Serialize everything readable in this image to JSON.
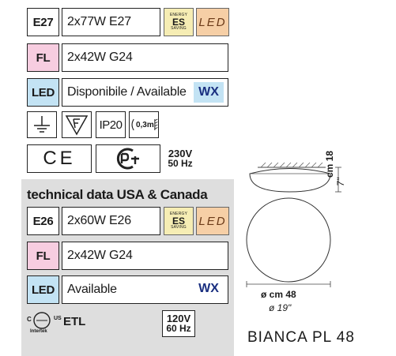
{
  "eu": {
    "rows": [
      {
        "code": "E27",
        "spec": "2x77W E27"
      },
      {
        "code": "FL",
        "spec": "2x42W G24"
      },
      {
        "code": "LED",
        "spec": "Disponibile / Available"
      }
    ],
    "es_badge": {
      "top": "ENERGY",
      "main": "ES",
      "bottom": "SAVING"
    },
    "led_badge": "LED",
    "wx": "WX",
    "ip": "IP20",
    "distance": "0,3m",
    "voltage": "230V",
    "frequency": "50 Hz",
    "ce": "CE"
  },
  "usa": {
    "heading": "technical data USA & Canada",
    "rows": [
      {
        "code": "E26",
        "spec": "2x60W E26"
      },
      {
        "code": "FL",
        "spec": "2x42W G24"
      },
      {
        "code": "LED",
        "spec": "Available"
      }
    ],
    "es_badge": {
      "top": "ENERGY",
      "main": "ES",
      "bottom": "SAVING"
    },
    "led_badge": "LED",
    "wx": "WX",
    "etl": "ETL",
    "etl_us": "US",
    "etl_c": "C",
    "intertek": "Intertek",
    "voltage": "120V",
    "frequency": "60 Hz"
  },
  "product": {
    "height_metric": "cm 18",
    "height_imperial": "7\"",
    "diameter_metric": "ø cm 48",
    "diameter_imperial": "ø 19\"",
    "model": "BIANCA PL 48"
  }
}
